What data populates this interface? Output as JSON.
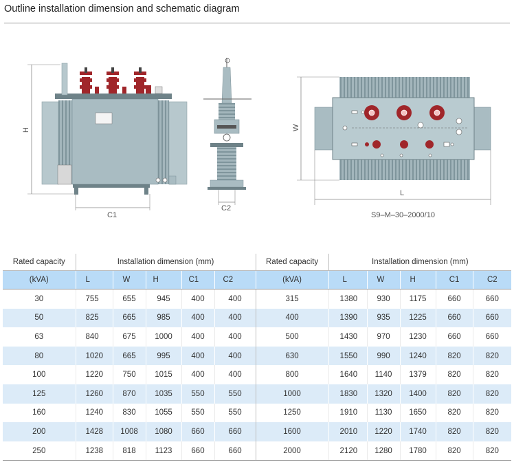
{
  "title": "Outline installation dimension and schematic diagram",
  "labels": {
    "front_h": "H",
    "front_c1": "C1",
    "side_c2": "C2",
    "top_w": "W",
    "top_l": "L",
    "model": "S9–M–30–2000/10"
  },
  "table": {
    "rated_capacity": "Rated capacity",
    "installation_dimension": "Installation dimension (mm)",
    "unit": "(kVA)",
    "cols": [
      "L",
      "W",
      "H",
      "C1",
      "C2"
    ],
    "left_rows": [
      [
        "30",
        "755",
        "655",
        "945",
        "400",
        "400"
      ],
      [
        "50",
        "825",
        "665",
        "985",
        "400",
        "400"
      ],
      [
        "63",
        "840",
        "675",
        "1000",
        "400",
        "400"
      ],
      [
        "80",
        "1020",
        "665",
        "995",
        "400",
        "400"
      ],
      [
        "100",
        "1220",
        "750",
        "1015",
        "400",
        "400"
      ],
      [
        "125",
        "1260",
        "870",
        "1035",
        "550",
        "550"
      ],
      [
        "160",
        "1240",
        "830",
        "1055",
        "550",
        "550"
      ],
      [
        "200",
        "1428",
        "1008",
        "1080",
        "660",
        "660"
      ],
      [
        "250",
        "1238",
        "818",
        "1123",
        "660",
        "660"
      ]
    ],
    "right_rows": [
      [
        "315",
        "1380",
        "930",
        "1175",
        "660",
        "660"
      ],
      [
        "400",
        "1390",
        "935",
        "1225",
        "660",
        "660"
      ],
      [
        "500",
        "1430",
        "970",
        "1230",
        "660",
        "660"
      ],
      [
        "630",
        "1550",
        "990",
        "1240",
        "820",
        "820"
      ],
      [
        "800",
        "1640",
        "1140",
        "1379",
        "820",
        "820"
      ],
      [
        "1000",
        "1830",
        "1320",
        "1400",
        "820",
        "820"
      ],
      [
        "1250",
        "1910",
        "1130",
        "1650",
        "820",
        "820"
      ],
      [
        "1600",
        "2010",
        "1220",
        "1740",
        "820",
        "820"
      ],
      [
        "2000",
        "2120",
        "1280",
        "1780",
        "820",
        "820"
      ]
    ]
  },
  "colors": {
    "tank": "#a9bcc2",
    "fins": "#93a8ae",
    "bushing": "#a0262a",
    "header_row": "#b9dbf7",
    "alt_row": "#dcebf8"
  }
}
